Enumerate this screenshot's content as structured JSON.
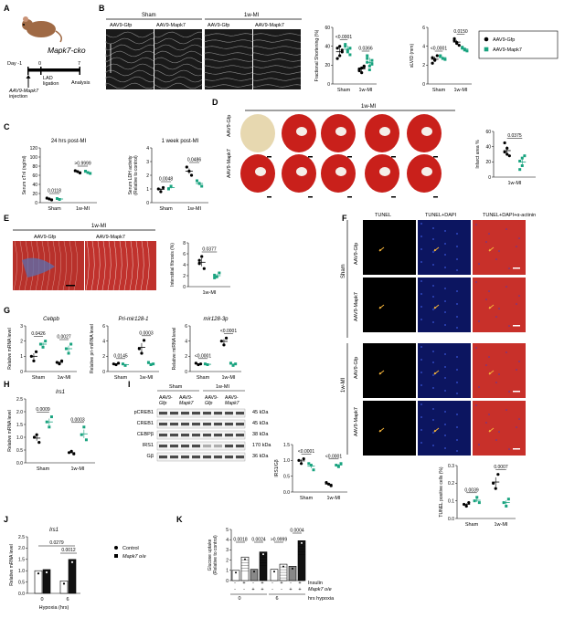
{
  "panels": {
    "A": {
      "letter": "A",
      "title": "Mapk7-cko",
      "day_labels": [
        "Day -1",
        "0",
        "7"
      ],
      "lad": "LAD\nligation",
      "analysis": "Analysis",
      "injection": "AAV9-Mapk7\ninjection"
    },
    "B": {
      "letter": "B",
      "group_sham": "Sham",
      "group_mi": "1w-MI",
      "lanes": [
        "AAV9-Gfp",
        "AAV9-Mapk7",
        "AAV9-Gfp",
        "AAV9-Mapk7"
      ]
    },
    "C": {
      "letter": "C"
    },
    "D": {
      "letter": "D",
      "group": "1w-MI",
      "rows": [
        "AAV9-Gfp",
        "AAV9-Mapk7"
      ]
    },
    "E": {
      "letter": "E",
      "group": "1w-MI",
      "cols": [
        "AAV9-Gfp",
        "AAV9-Mapk7"
      ]
    },
    "F": {
      "letter": "F",
      "cols": [
        "TUNEL",
        "TUNEL+DAPI",
        "TUNEL+DAPI+α-actinin"
      ],
      "groups": [
        "Sham",
        "1w-MI"
      ],
      "rows": [
        "AAV9-Gfp",
        "AAV9-Mapk7",
        "AAV9-Gfp",
        "AAV9-Mapk7"
      ]
    },
    "G": {
      "letter": "G"
    },
    "H": {
      "letter": "H"
    },
    "I": {
      "letter": "I",
      "groups": [
        "Sham",
        "1w-MI"
      ],
      "lanes": [
        "AAV9-\nGfp",
        "AAV9-\nMapk7",
        "AAV9-\nGfp",
        "AAV9-\nMapk7"
      ],
      "bands": [
        {
          "name": "pCREB1",
          "kda": "45 kDa"
        },
        {
          "name": "CREB1",
          "kda": "45 kDa"
        },
        {
          "name": "CEBPβ",
          "kda": "38 kDa"
        },
        {
          "name": "IRS1",
          "kda": "170 kDa"
        },
        {
          "name": "Gβ",
          "kda": "36 kDa"
        }
      ]
    },
    "J": {
      "letter": "J",
      "legend": [
        "Control",
        "Mapk7 o/e"
      ]
    },
    "K": {
      "letter": "K",
      "rows": [
        {
          "label": "Insulin",
          "signs": [
            "-",
            "+",
            "-",
            "+",
            "-",
            "+",
            "-",
            "+"
          ]
        },
        {
          "label": "Mapk7 o/e",
          "signs": [
            "-",
            "-",
            "+",
            "+",
            "-",
            "-",
            "+",
            "+"
          ]
        }
      ],
      "hours": [
        "0",
        "6"
      ],
      "hours_label": "hrs hypoxia"
    }
  },
  "legend": {
    "entries": [
      {
        "label": "AAV9-Gfp",
        "color": "#000000"
      },
      {
        "label": "AAV9-Mapk7",
        "color": "#19a37f"
      }
    ]
  },
  "colors": {
    "gfp": "#000000",
    "mapk7": "#19a37f",
    "stain_red": "#c8302a",
    "dapi_blue": "#1d2a8c"
  },
  "chart_data": [
    {
      "type": "scatter",
      "id": "B-FS",
      "ylabel": "Fractional Shortening (%)",
      "ylim": [
        0,
        60
      ],
      "yticks": [
        "0",
        "20",
        "40",
        "60"
      ],
      "categories": [
        "Sham",
        "1w-MI"
      ],
      "series": [
        {
          "name": "AAV9-Gfp",
          "values": [
            [
              38,
              30,
              34,
              27,
              40,
              36
            ],
            [
              15,
              17,
              19,
              14,
              12,
              18,
              16
            ]
          ]
        },
        {
          "name": "AAV9-Mapk7",
          "values": [
            [
              40,
              36,
              31,
              42,
              34,
              38
            ],
            [
              23,
              19,
              25,
              30,
              15,
              21,
              27
            ]
          ]
        }
      ],
      "annotations": [
        {
          "text": "<0.0001"
        },
        {
          "text": "0.0366"
        }
      ]
    },
    {
      "type": "scatter",
      "id": "B-LVID",
      "ylabel": "sLVID (mm)",
      "ylim": [
        0,
        6
      ],
      "yticks": [
        "0",
        "2",
        "4",
        "6"
      ],
      "categories": [
        "Sham",
        "1w-MI"
      ],
      "series": [
        {
          "name": "AAV9-Gfp",
          "values": [
            [
              2.8,
              2.5,
              3.0,
              2.2,
              2.6
            ],
            [
              4.6,
              4.3,
              4.1,
              4.8,
              4.4
            ]
          ]
        },
        {
          "name": "AAV9-Mapk7",
          "values": [
            [
              2.9,
              2.7,
              2.6,
              3.0
            ],
            [
              3.8,
              3.6,
              3.5,
              3.9,
              3.7
            ]
          ]
        }
      ],
      "annotations": [
        {
          "text": "<0.0001"
        },
        {
          "text": "0.0150"
        }
      ]
    },
    {
      "type": "scatter",
      "id": "C-cTnI",
      "title": "24 hrs post-MI",
      "ylabel": "Serum cTnI (ng/ml)",
      "yticks": [
        "0",
        "20",
        "40",
        "60",
        "80",
        "100",
        "120"
      ],
      "categories": [
        "Sham",
        "1w-MI"
      ],
      "series": [
        {
          "name": "AAV9-Gfp",
          "values": [
            [
              10,
              8,
              6
            ],
            [
              70,
              68,
              65
            ]
          ]
        },
        {
          "name": "AAV9-Mapk7",
          "values": [
            [
              9,
              7
            ],
            [
              69,
              66,
              64
            ]
          ]
        }
      ],
      "annotations": [
        {
          "text": "0.0118"
        },
        {
          "text": ">0.9999"
        }
      ]
    },
    {
      "type": "scatter",
      "id": "C-LDH",
      "title": "1 week post-MI",
      "ylabel": "Serum LDH activity\n(Relative to control)",
      "yticks": [
        "0",
        "1",
        "2",
        "3",
        "4"
      ],
      "categories": [
        "Sham",
        "1w-MI"
      ],
      "series": [
        {
          "name": "AAV9-Gfp",
          "values": [
            [
              1.0,
              0.8,
              1.1
            ],
            [
              2.6,
              2.3,
              2.0
            ]
          ]
        },
        {
          "name": "AAV9-Mapk7",
          "values": [
            [
              1.0,
              1.2
            ],
            [
              1.6,
              1.4,
              1.2
            ]
          ]
        }
      ],
      "annotations": [
        {
          "text": "0.0048"
        },
        {
          "text": "0.0486"
        }
      ]
    },
    {
      "type": "scatter",
      "id": "D-infarct",
      "ylabel": "Infarct area %",
      "yticks": [
        "0",
        "20",
        "40",
        "60"
      ],
      "categories": [
        "1w-MI"
      ],
      "series": [
        {
          "name": "AAV9-Gfp",
          "values": [
            [
              33,
              38,
              28,
              45,
              30
            ]
          ]
        },
        {
          "name": "AAV9-Mapk7",
          "values": [
            [
              21,
              15,
              28,
              10,
              25
            ]
          ]
        }
      ],
      "annotations": [
        {
          "text": "0.0375"
        }
      ]
    },
    {
      "type": "scatter",
      "id": "E-fibrosis",
      "ylabel": "Interstitial fibrosis (%)",
      "yticks": [
        "0",
        "2",
        "4",
        "6",
        "8"
      ],
      "categories": [
        "1w-MI"
      ],
      "series": [
        {
          "name": "AAV9-Gfp",
          "values": [
            [
              4.2,
              5.5,
              3.3,
              4.8
            ]
          ]
        },
        {
          "name": "AAV9-Mapk7",
          "values": [
            [
              2.1,
              1.8,
              2.5,
              1.6
            ]
          ]
        }
      ],
      "annotations": [
        {
          "text": "0.0377"
        }
      ]
    },
    {
      "type": "scatter",
      "id": "G-Cebpb",
      "title": "Cebpb",
      "ylabel": "Relative mRNA level",
      "yticks": [
        "0",
        "1",
        "2",
        "3"
      ],
      "categories": [
        "Sham",
        "1w-MI"
      ],
      "series": [
        {
          "name": "AAV9-Gfp",
          "values": [
            [
              1.0,
              0.7,
              1.3
            ],
            [
              0.6,
              0.5,
              0.7
            ]
          ]
        },
        {
          "name": "AAV9-Mapk7",
          "values": [
            [
              1.8,
              1.6,
              2.0
            ],
            [
              1.5,
              1.2,
              1.8
            ]
          ]
        }
      ],
      "annotations": [
        {
          "text": "0.0426"
        },
        {
          "text": "0.0027"
        }
      ]
    },
    {
      "type": "scatter",
      "id": "G-Primir128",
      "title": "Pri-mir128-1",
      "ylabel": "Relative pri-miRNA level",
      "yticks": [
        "0",
        "2",
        "4",
        "6"
      ],
      "categories": [
        "Sham",
        "1w-MI"
      ],
      "series": [
        {
          "name": "AAV9-Gfp",
          "values": [
            [
              1.0,
              0.9,
              1.1
            ],
            [
              3.0,
              2.4,
              4.1
            ]
          ]
        },
        {
          "name": "AAV9-Mapk7",
          "values": [
            [
              1.0,
              0.8
            ],
            [
              1.2,
              0.9,
              1.0
            ]
          ]
        }
      ],
      "annotations": [
        {
          "text": "0.0145"
        },
        {
          "text": "0.0003"
        }
      ]
    },
    {
      "type": "scatter",
      "id": "G-mir128",
      "title": "mir128-3p",
      "ylabel": "Relative miRNA level",
      "yticks": [
        "0",
        "2",
        "4",
        "6"
      ],
      "categories": [
        "Sham",
        "1w-MI"
      ],
      "series": [
        {
          "name": "AAV9-Gfp",
          "values": [
            [
              1.1,
              0.9,
              1.0
            ],
            [
              4.0,
              3.5,
              4.4
            ]
          ]
        },
        {
          "name": "AAV9-Mapk7",
          "values": [
            [
              1.0,
              0.9
            ],
            [
              1.1,
              0.8,
              1.0
            ]
          ]
        }
      ],
      "annotations": [
        {
          "text": "<0.0001"
        },
        {
          "text": "<0.0001"
        }
      ]
    },
    {
      "type": "scatter",
      "id": "H-Irs1",
      "title": "Irs1",
      "ylabel": "Relative mRNA level",
      "yticks": [
        "0.0",
        "0.5",
        "1.0",
        "1.5",
        "2.0",
        "2.5"
      ],
      "categories": [
        "Sham",
        "1w-MI"
      ],
      "series": [
        {
          "name": "AAV9-Gfp",
          "values": [
            [
              1.0,
              1.1,
              0.8
            ],
            [
              0.4,
              0.45,
              0.35
            ]
          ]
        },
        {
          "name": "AAV9-Mapk7",
          "values": [
            [
              1.6,
              1.4,
              1.8
            ],
            [
              1.1,
              1.4,
              0.9
            ]
          ]
        }
      ],
      "annotations": [
        {
          "text": "0.0009"
        },
        {
          "text": "0.0003"
        }
      ]
    },
    {
      "type": "scatter",
      "id": "I-IRS1",
      "ylabel": "IRS1/Gβ",
      "yticks": [
        "0.0",
        "0.5",
        "1.0",
        "1.5"
      ],
      "categories": [
        "Sham",
        "1w-MI"
      ],
      "series": [
        {
          "name": "AAV9-Gfp",
          "values": [
            [
              1.0,
              0.9,
              1.05
            ],
            [
              0.3,
              0.25,
              0.2
            ]
          ]
        },
        {
          "name": "AAV9-Mapk7",
          "values": [
            [
              0.9,
              0.85,
              0.7
            ],
            [
              0.85,
              0.8,
              0.9
            ]
          ]
        }
      ],
      "annotations": [
        {
          "text": "<0.0001"
        },
        {
          "text": "<0.0001"
        }
      ]
    },
    {
      "type": "scatter",
      "id": "F-TUNEL",
      "ylabel": "TUNEL positive cells (%)",
      "yticks": [
        "0.0",
        "0.1",
        "0.2",
        "0.3"
      ],
      "categories": [
        "Sham",
        "1w-MI"
      ],
      "series": [
        {
          "name": "AAV9-Gfp",
          "values": [
            [
              0.08,
              0.07,
              0.09
            ],
            [
              0.2,
              0.17,
              0.25
            ]
          ]
        },
        {
          "name": "AAV9-Mapk7",
          "values": [
            [
              0.1,
              0.12,
              0.09
            ],
            [
              0.09,
              0.07,
              0.11
            ]
          ]
        }
      ],
      "annotations": [
        {
          "text": "0.0039"
        },
        {
          "text": "0.0007"
        }
      ]
    },
    {
      "type": "bar",
      "id": "J-Irs1",
      "title": "Irs1",
      "ylabel": "Relative mRNA level",
      "xlabel": "Hypoxia (hrs)",
      "yticks": [
        "0.0",
        "0.5",
        "1.0",
        "1.5",
        "2.0",
        "2.5"
      ],
      "categories": [
        "0",
        "6"
      ],
      "series": [
        {
          "name": "Control",
          "values": [
            1.0,
            0.55
          ]
        },
        {
          "name": "Mapk7 o/e",
          "values": [
            1.05,
            1.5
          ]
        }
      ],
      "annotations": [
        {
          "text": "0.0279"
        },
        {
          "text": "0.0012"
        }
      ]
    },
    {
      "type": "bar",
      "id": "K-glucose",
      "ylabel": "Glucose uptake\n(Relative to control)",
      "yticks": [
        "0",
        "1",
        "2",
        "3",
        "4",
        "5"
      ],
      "values": [
        1.0,
        2.3,
        1.1,
        2.8,
        1.1,
        1.6,
        1.4,
        3.9
      ],
      "annotations": [
        {
          "text": "0.0018"
        },
        {
          "text": "0.0024"
        },
        {
          "text": ">0.9999"
        },
        {
          "text": "0.0004"
        }
      ]
    }
  ]
}
